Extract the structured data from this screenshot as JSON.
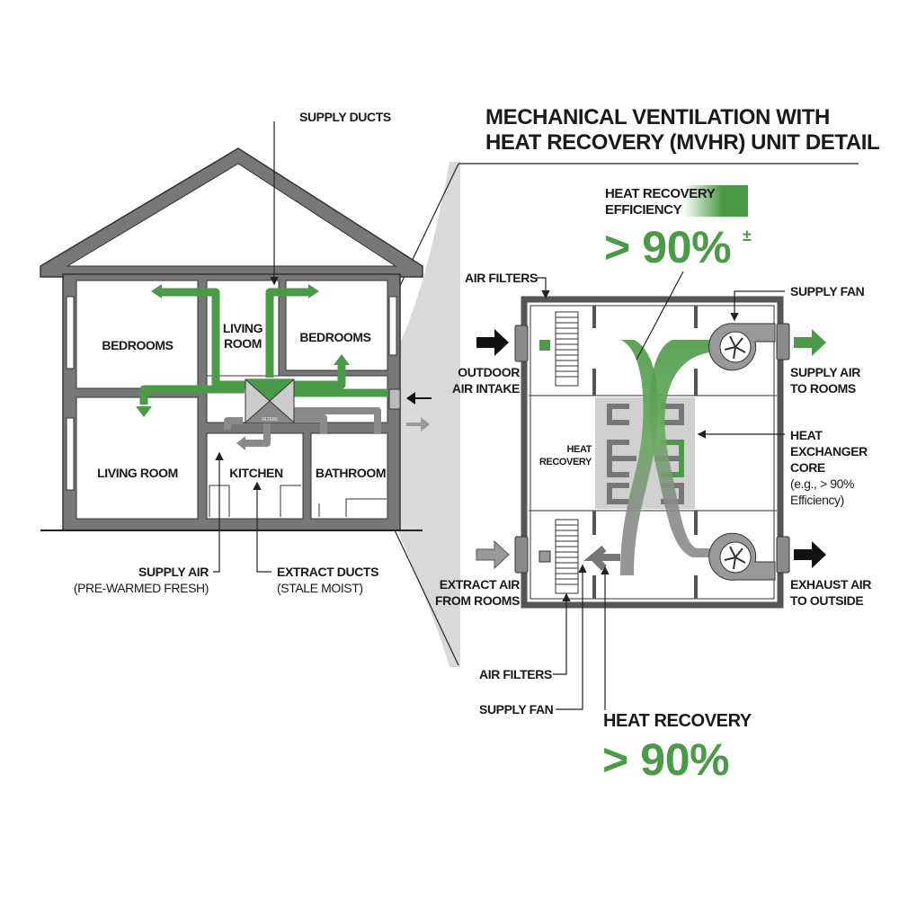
{
  "title": {
    "line1": "MECHANICAL VENTILATION WITH",
    "line2": "HEAT RECOVERY (MVHR) UNIT DETAIL"
  },
  "house": {
    "supply_ducts": "SUPPLY DUCTS",
    "rooms": {
      "bedrooms_left": "BEDROOMS",
      "living_room_upper_1": "LIVING",
      "living_room_upper_2": "ROOM",
      "bedrooms_right": "BEDROOMS",
      "living_room_lower": "LIVING ROOM",
      "kitchen": "KITCHEN",
      "bathroom": "BATHROOM"
    },
    "unit_label": "FILTERS",
    "supply_air": "SUPPLY AIR",
    "supply_air_sub": "(PRE-WARMED FRESH)",
    "extract_ducts": "EXTRACT DUCTS",
    "extract_ducts_sub": "(STALE MOIST)"
  },
  "unit": {
    "efficiency_1": "HEAT RECOVERY",
    "efficiency_2": "EFFICIENCY",
    "efficiency_value": "> 90%",
    "efficiency_mark": "±",
    "air_filters_top": "AIR FILTERS",
    "supply_fan_top": "SUPPLY FAN",
    "outdoor_1": "OUTDOOR",
    "outdoor_2": "AIR INTAKE",
    "supply_to_rooms_1": "SUPPLY AIR",
    "supply_to_rooms_2": "TO ROOMS",
    "heat_recovery_1": "HEAT",
    "heat_recovery_2": "RECOVERY",
    "core_1": "HEAT",
    "core_2": "EXCHANGER",
    "core_3": "CORE",
    "core_4": "(e.g., > 90%",
    "core_5": "Efficiency)",
    "extract_1": "EXTRACT AIR",
    "extract_2": "FROM ROOMS",
    "exhaust_1": "EXHAUST AIR",
    "exhaust_2": "TO OUTSIDE",
    "air_filters_bottom": "AIR FILTERS",
    "supply_fan_bottom": "SUPPLY FAN",
    "bottom_heading": "HEAT RECOVERY",
    "bottom_value": "> 90%"
  },
  "colors": {
    "green": "#4a9a47",
    "gray": "#7a7a7a",
    "light_gray": "#d6d6d6"
  }
}
